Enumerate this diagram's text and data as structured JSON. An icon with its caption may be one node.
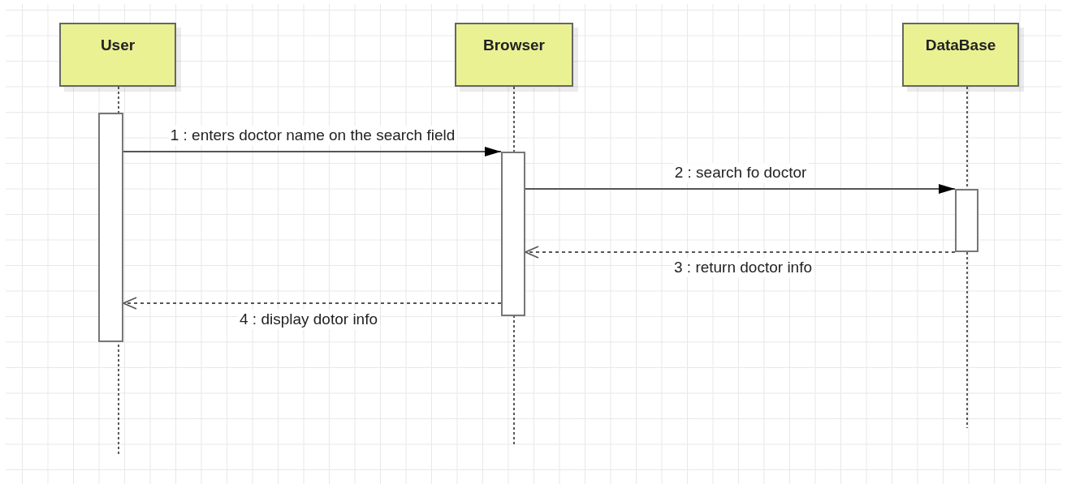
{
  "diagram": {
    "nodes": [
      {
        "text": [
          "User"
        ]
      },
      {
        "text": [
          "Browser"
        ]
      },
      {
        "text": [
          "DataBase"
        ]
      },
      {
        "text": [],
        "shape": "bar"
      },
      {
        "text": [],
        "shape": "bar"
      },
      {
        "text": [],
        "shape": "bar"
      }
    ],
    "edges": [
      {
        "from": 3,
        "to": 4,
        "arrow": "to",
        "label": "1 : enters doctor name on the search field"
      },
      {
        "from": 4,
        "to": 5,
        "arrow": "to",
        "label": "2 : search fo doctor"
      },
      {
        "from": 5,
        "to": 4,
        "arrow": "to",
        "label": "3 : return doctor info",
        "style": "dashed"
      },
      {
        "from": 4,
        "to": 3,
        "arrow": "to",
        "label": "4 : display dotor info",
        "style": "dashed"
      }
    ]
  }
}
